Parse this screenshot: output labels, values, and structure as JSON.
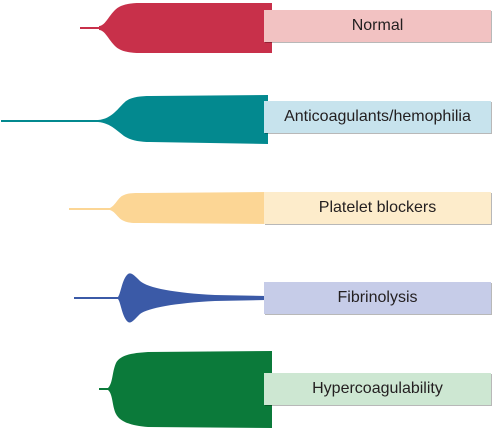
{
  "traces": [
    {
      "label": "Normal",
      "color": "#c8304a",
      "box_color": "#f2c2c2"
    },
    {
      "label": "Anticoagulants/hemophilia",
      "color": "#03898f",
      "box_color": "#c7e3ed"
    },
    {
      "label": "Platelet blockers",
      "color": "#fcd695",
      "box_color": "#fdeccb"
    },
    {
      "label": "Fibrinolysis",
      "color": "#3b5aa7",
      "box_color": "#c6cce8"
    },
    {
      "label": "Hypercoagulability",
      "color": "#0b7a3a",
      "box_color": "#cde7d2"
    }
  ]
}
